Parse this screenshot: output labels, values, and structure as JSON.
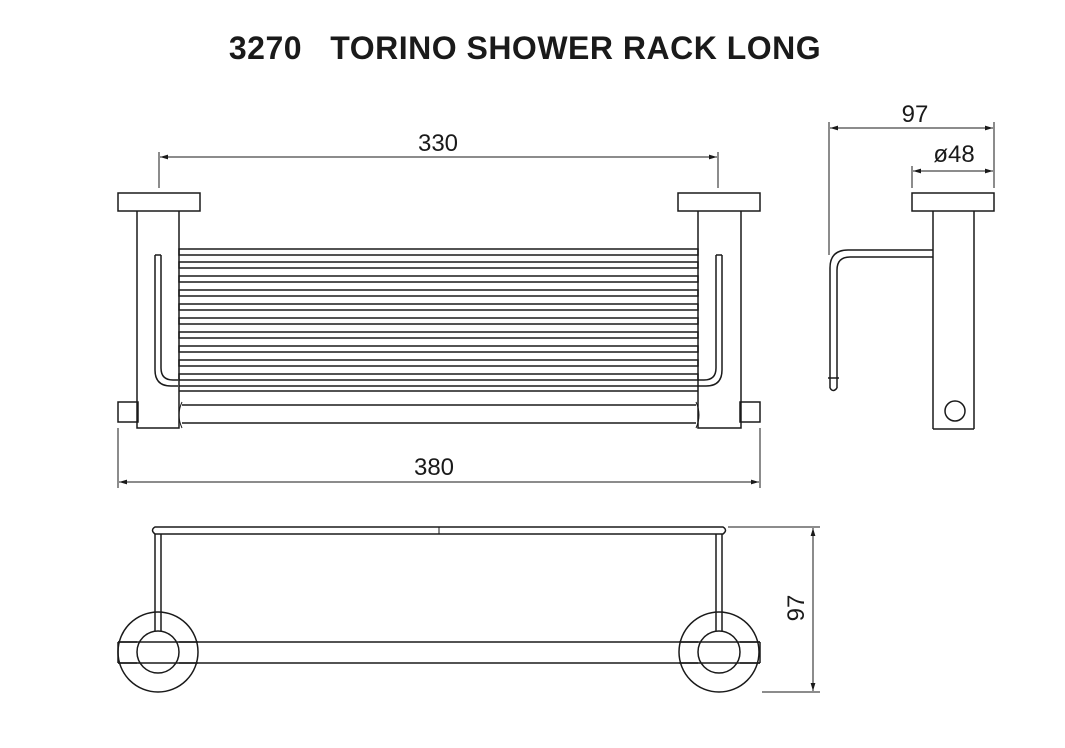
{
  "title": "3270   TORINO SHOWER RACK LONG",
  "dimensions": {
    "front_inner_width": "330",
    "front_overall_width": "380",
    "side_depth": "97",
    "side_flange_diameter": "ø48",
    "top_depth": "97"
  }
}
